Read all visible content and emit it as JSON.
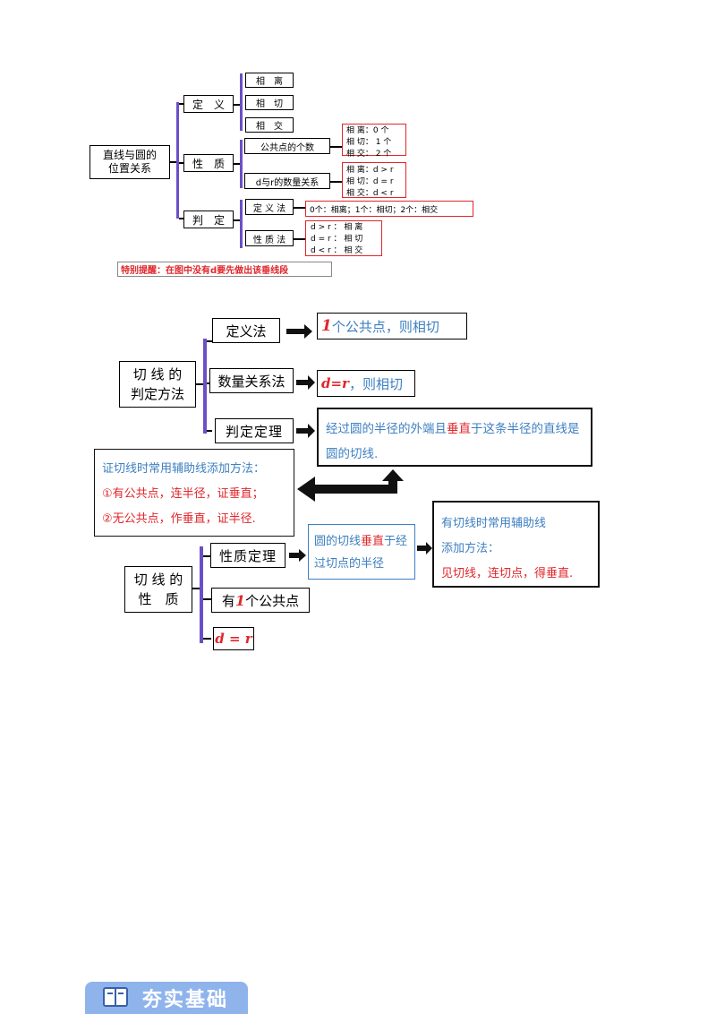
{
  "diagram1": {
    "root": "直线与圆的\n位置关系",
    "definition": {
      "label": "定　义",
      "items": [
        "相　离",
        "相　切",
        "相　交"
      ]
    },
    "property": {
      "label": "性　质",
      "count_label": "公共点的个数",
      "count_results": [
        "相 离：0 个",
        "相 切： 1 个",
        "相 交： 2 个"
      ],
      "dr_label": "d与r的数量关系",
      "dr_results": [
        "相 离：d > r",
        "相 切：d = r",
        "相 交：d < r"
      ]
    },
    "judgement": {
      "label": "判　定",
      "def_method": "定 义 法",
      "def_result": "0个：相离；1个：相切；2个：相交",
      "prop_method": "性 质 法",
      "prop_results": [
        "d > r ： 相 离",
        "d = r ： 相 切",
        "d < r ： 相 交"
      ]
    },
    "note": "特别提醒：在图中没有d要先做出该垂线段"
  },
  "diagram2": {
    "root": "切 线 的\n判定方法",
    "method1": "定义法",
    "result1_num": "1",
    "result1_text": "个公共点，则相切",
    "method2": "数量关系法",
    "result2_eq": "d=r",
    "result2_text": "，则相切",
    "method3": "判定定理",
    "theorem_part1": "经过圆的半径的外端且",
    "theorem_red": "垂直",
    "theorem_part2": "于这条半径的直线是圆的切线.",
    "aux_title": "证切线时常用辅助线添加方法：",
    "aux_line1": "①有公共点，连半径，证垂直；",
    "aux_line2": "②无公共点，作垂直，证半径."
  },
  "diagram3": {
    "root": "切 线 的\n性　质",
    "prop1": "性质定理",
    "prop1_part1": "圆的切线",
    "prop1_red": "垂直",
    "prop1_part2": "于经过切点的半径",
    "aux_line1": "有切线时常用辅助线",
    "aux_line2": "添加方法：",
    "aux_line3": "见切线，连切点，得垂直.",
    "prop2_pre": "有",
    "prop2_num": "1",
    "prop2_post": "个公共点",
    "prop3": "d = r"
  },
  "footer": {
    "section_title": "夯实基础",
    "icon": "book-icon",
    "badge_color": "#8fb4ec"
  }
}
